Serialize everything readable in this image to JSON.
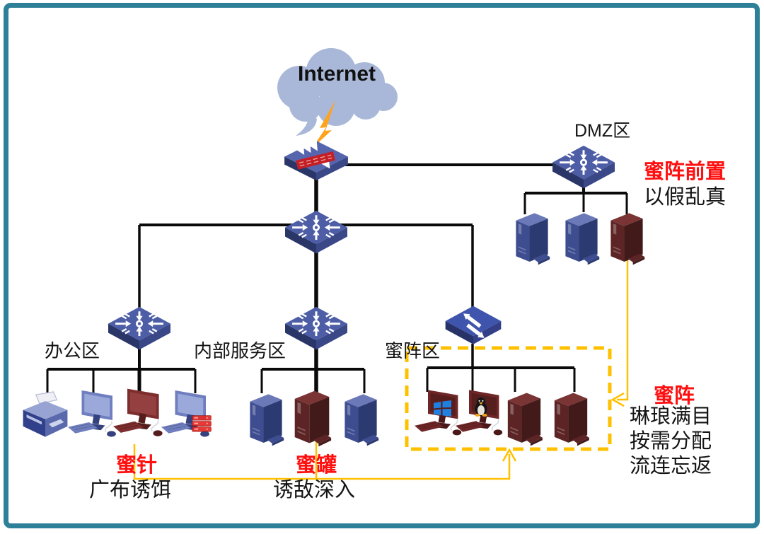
{
  "labels": {
    "internet": "Internet"
  },
  "zones": {
    "dmz": "DMZ区",
    "office": "办公区",
    "internal": "内部服务区",
    "honeynet": "蜜阵区"
  },
  "annotations": {
    "dmz": {
      "title": "蜜阵前置",
      "desc": "以假乱真"
    },
    "office": {
      "title": "蜜针",
      "desc": "广布诱饵"
    },
    "internal": {
      "title": "蜜罐",
      "desc": "诱敌深入"
    },
    "honeynet": {
      "title": "蜜阵",
      "lines": [
        "琳琅满目",
        "按需分配",
        "流连忘返"
      ]
    }
  },
  "icons": [
    "internet-cloud-icon",
    "lightning-bolt-icon",
    "firewall-icon",
    "core-switch-icon",
    "dmz-switch-icon",
    "office-switch-icon",
    "internal-switch-icon",
    "honeynet-gateway-icon",
    "server-icon",
    "honeypot-server-icon",
    "pc-icon",
    "honeypot-pc-icon",
    "printer-icon",
    "honey-rack-icon",
    "windows-logo-icon",
    "linux-tux-icon",
    "honeynet-boundary-dashed-box",
    "honey-flow-arrow"
  ],
  "colors": {
    "frame_teal": "#2E8098",
    "honey_yellow": "#FFC000",
    "alert_red": "#FF0F0F",
    "line_black": "#0A0A0A",
    "cloud_blue": "#A9B8D8",
    "device_blue": "#4E5EA6",
    "device_maroon": "#5C2424",
    "lightning_orange": "#FFA21C",
    "windows_blue": "#2080E0"
  }
}
